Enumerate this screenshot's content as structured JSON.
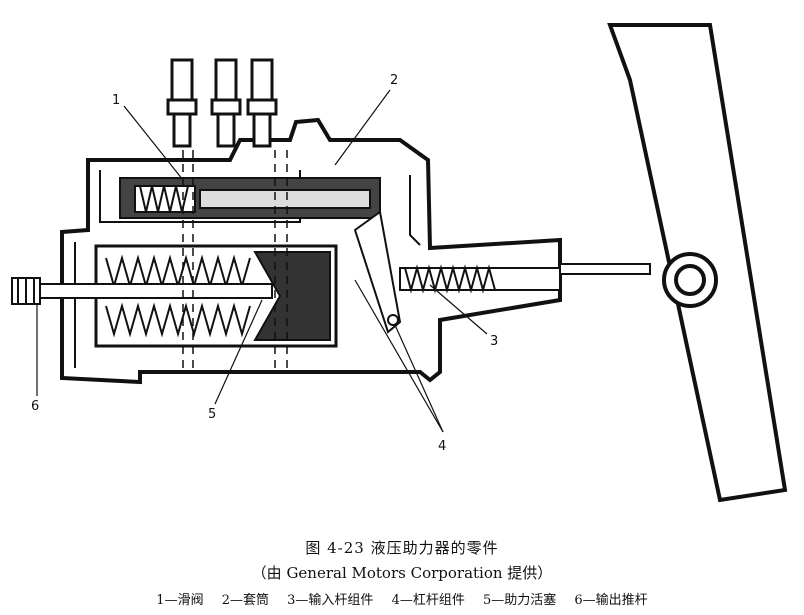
{
  "figure": {
    "callouts": [
      "1",
      "2",
      "3",
      "4",
      "5",
      "6"
    ]
  },
  "caption": {
    "title": "图 4-23   液压助力器的零件",
    "credit": "（由 General Motors Corporation 提供）",
    "legend": [
      "1—滑阀",
      "2—套筒",
      "3—输入杆组件",
      "4—杠杆组件",
      "5—助力活塞",
      "6—输出推杆"
    ]
  }
}
